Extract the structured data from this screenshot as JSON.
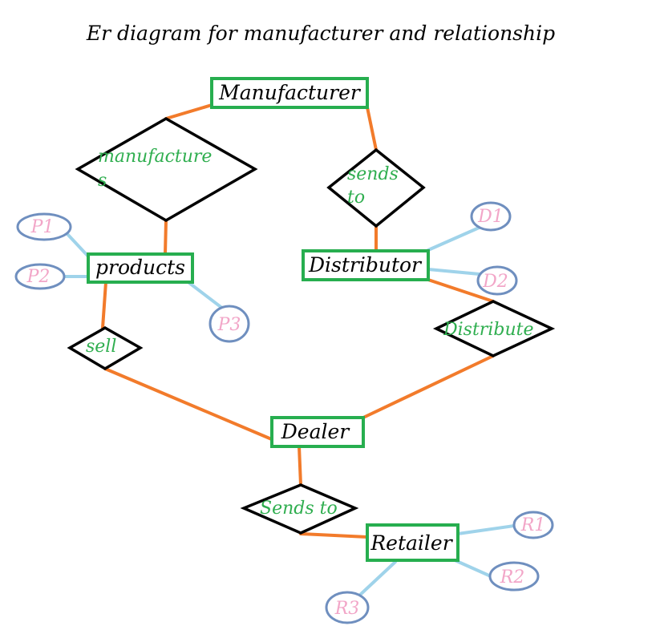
{
  "title": "Er diagram for manufacturer and relationship",
  "entities": {
    "manufacturer": "Manufacturer",
    "products": "products",
    "distributor": "Distributor",
    "dealer": "Dealer",
    "retailer": "Retailer"
  },
  "relationships": {
    "manufactures_line1": "manufacture",
    "manufactures_line2": "s",
    "sends_to_1_line1": "sends",
    "sends_to_1_line2": "to",
    "sell": "sell",
    "distribute": "Distribute",
    "sends_to_2": "Sends to"
  },
  "attributes": {
    "p1": "P1",
    "p2": "P2",
    "p3": "P3",
    "d1": "D1",
    "d2": "D2",
    "r1": "R1",
    "r2": "R2",
    "r3": "R3"
  },
  "colors": {
    "entity_border": "#27ae4f",
    "relationship_text": "#2fae4f",
    "attribute_text": "#f2a6c8",
    "attribute_border": "#6f8fbf",
    "connector_orange": "#f27b2b",
    "connector_blue": "#9fd3ea"
  }
}
